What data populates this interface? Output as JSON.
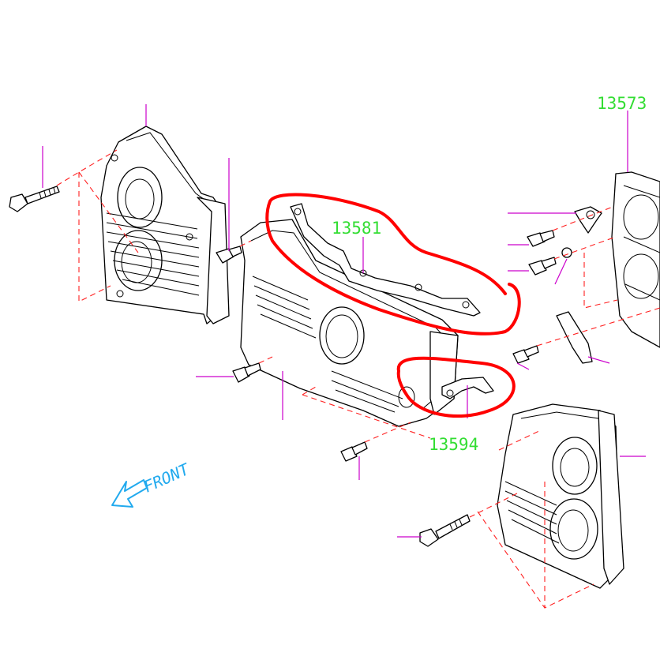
{
  "part_numbers": {
    "right_cover": "13573",
    "center_gasket": "13581",
    "lower_gasket": "13594"
  },
  "direction_label": "FRONT",
  "colors": {
    "line": "#000000",
    "leader": "#cc00cc",
    "dashed": "#ff2020",
    "part_number": "#33dd33",
    "front_arrow": "#22aaee",
    "highlight": "#ff0000"
  },
  "icons": {
    "front_arrow": "arrow-icon",
    "bolt": "bolt-icon"
  }
}
